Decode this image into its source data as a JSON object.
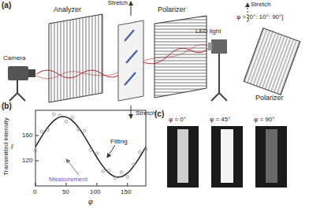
{
  "diagram": {
    "labels": [
      "(a)",
      "Camera",
      "Analyzer",
      "Stretch",
      "Stretch",
      "Polarizer",
      "LED light",
      "Stretch",
      "φ = [0°: 10°: 90°]",
      "Polarizer",
      "(b)",
      "Transmitted intensity",
      "I",
      "160",
      "120",
      "0",
      "50",
      "100",
      "150",
      "φ",
      "Measurement",
      "Fitting",
      "(c)",
      "φ = 0°",
      "φ = 45°",
      "φ = 90°"
    ]
  }
}
